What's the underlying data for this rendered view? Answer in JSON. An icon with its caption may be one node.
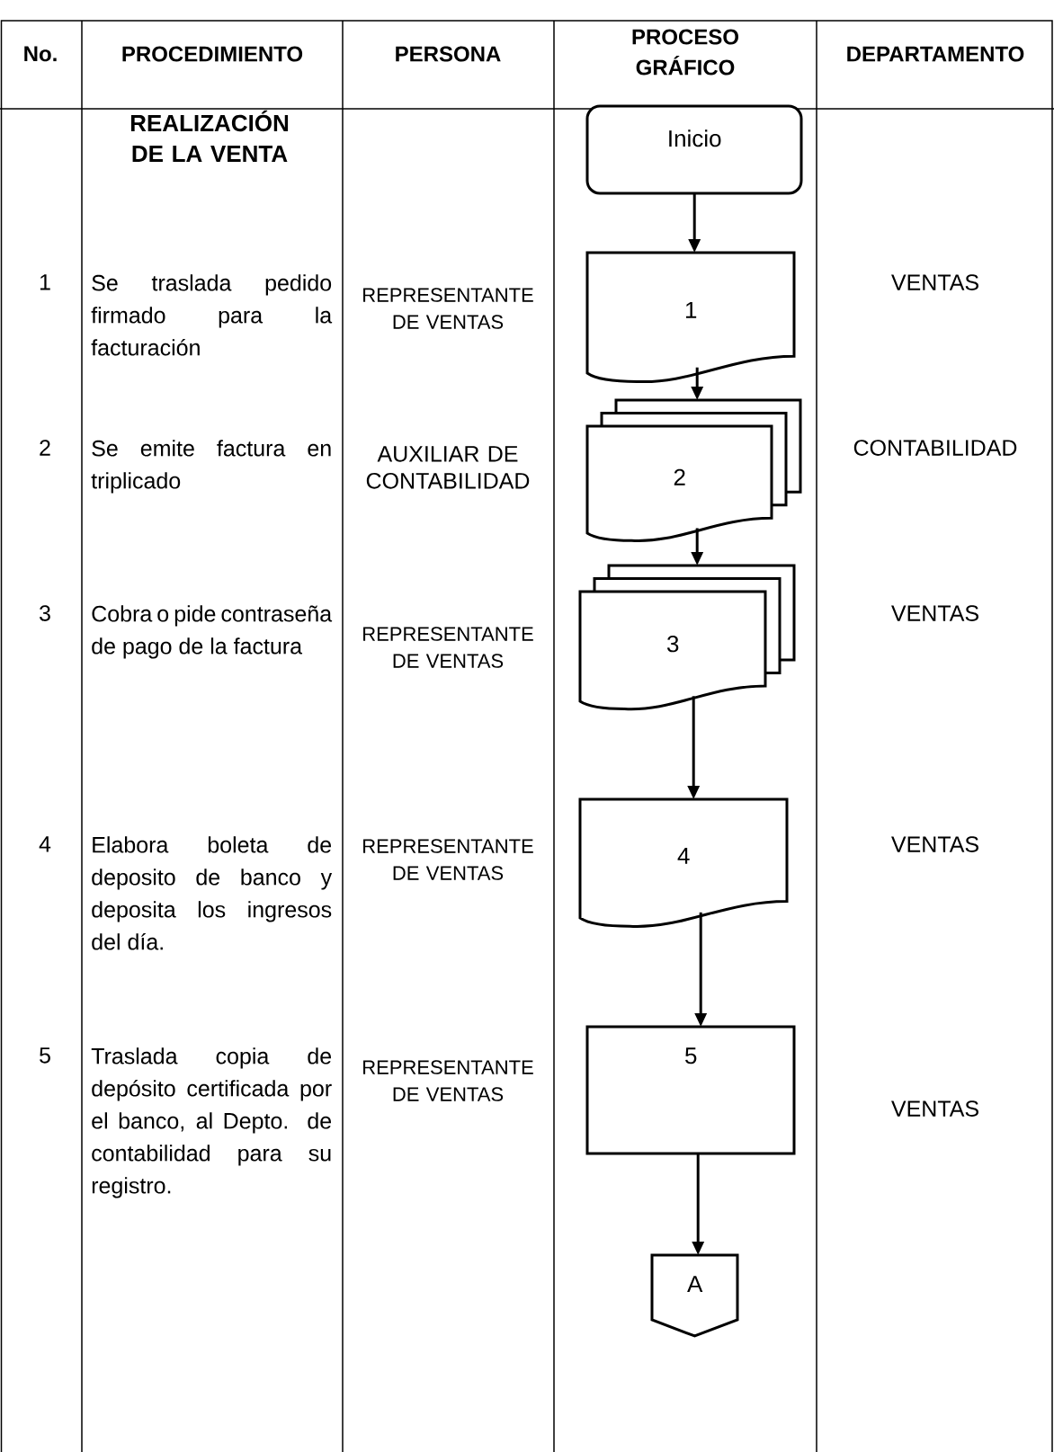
{
  "diagram": {
    "nodes": [
      {
        "text": [
          "Inicio"
        ]
      },
      {
        "text": [
          "1"
        ]
      },
      {
        "text": [
          "2"
        ]
      },
      {
        "text": [
          "3"
        ]
      },
      {
        "text": [
          "4"
        ]
      },
      {
        "text": [
          "5"
        ]
      },
      {
        "text": [
          "A"
        ]
      }
    ],
    "edges": [
      {
        "from": 0,
        "to": 1,
        "arrow": "to"
      },
      {
        "from": 1,
        "to": 2,
        "arrow": "to"
      },
      {
        "from": 2,
        "to": 3,
        "arrow": "to"
      },
      {
        "from": 3,
        "to": 4,
        "arrow": "to"
      },
      {
        "from": 4,
        "to": 5,
        "arrow": "to"
      },
      {
        "from": 5,
        "to": 6,
        "arrow": "to"
      }
    ],
    "labels": [
      "No.",
      "PROCEDIMIENTO",
      "PERSONA",
      "PROCESO GRÁFICO",
      "DEPARTAMENTO",
      "REALIZACIÓN DE LA VENTA",
      "1",
      "Se traslada pedido firmado para la facturación",
      "REPRESENTANTE DE VENTAS",
      "VENTAS",
      "2",
      "Se emite factura en triplicado",
      "AUXILIAR DE CONTABILIDAD",
      "CONTABILIDAD",
      "3",
      "Cobra o pide contraseña de pago de la factura",
      "REPRESENTANTE DE VENTAS",
      "VENTAS",
      "4",
      "Elabora boleta de deposito de banco y deposita los ingresos del día.",
      "REPRESENTANTE DE VENTAS",
      "VENTAS",
      "5",
      "Traslada copia de depósito certificada por el banco, al Depto. de contabilidad para su registro.",
      "REPRESENTANTE DE VENTAS",
      "VENTAS"
    ]
  }
}
